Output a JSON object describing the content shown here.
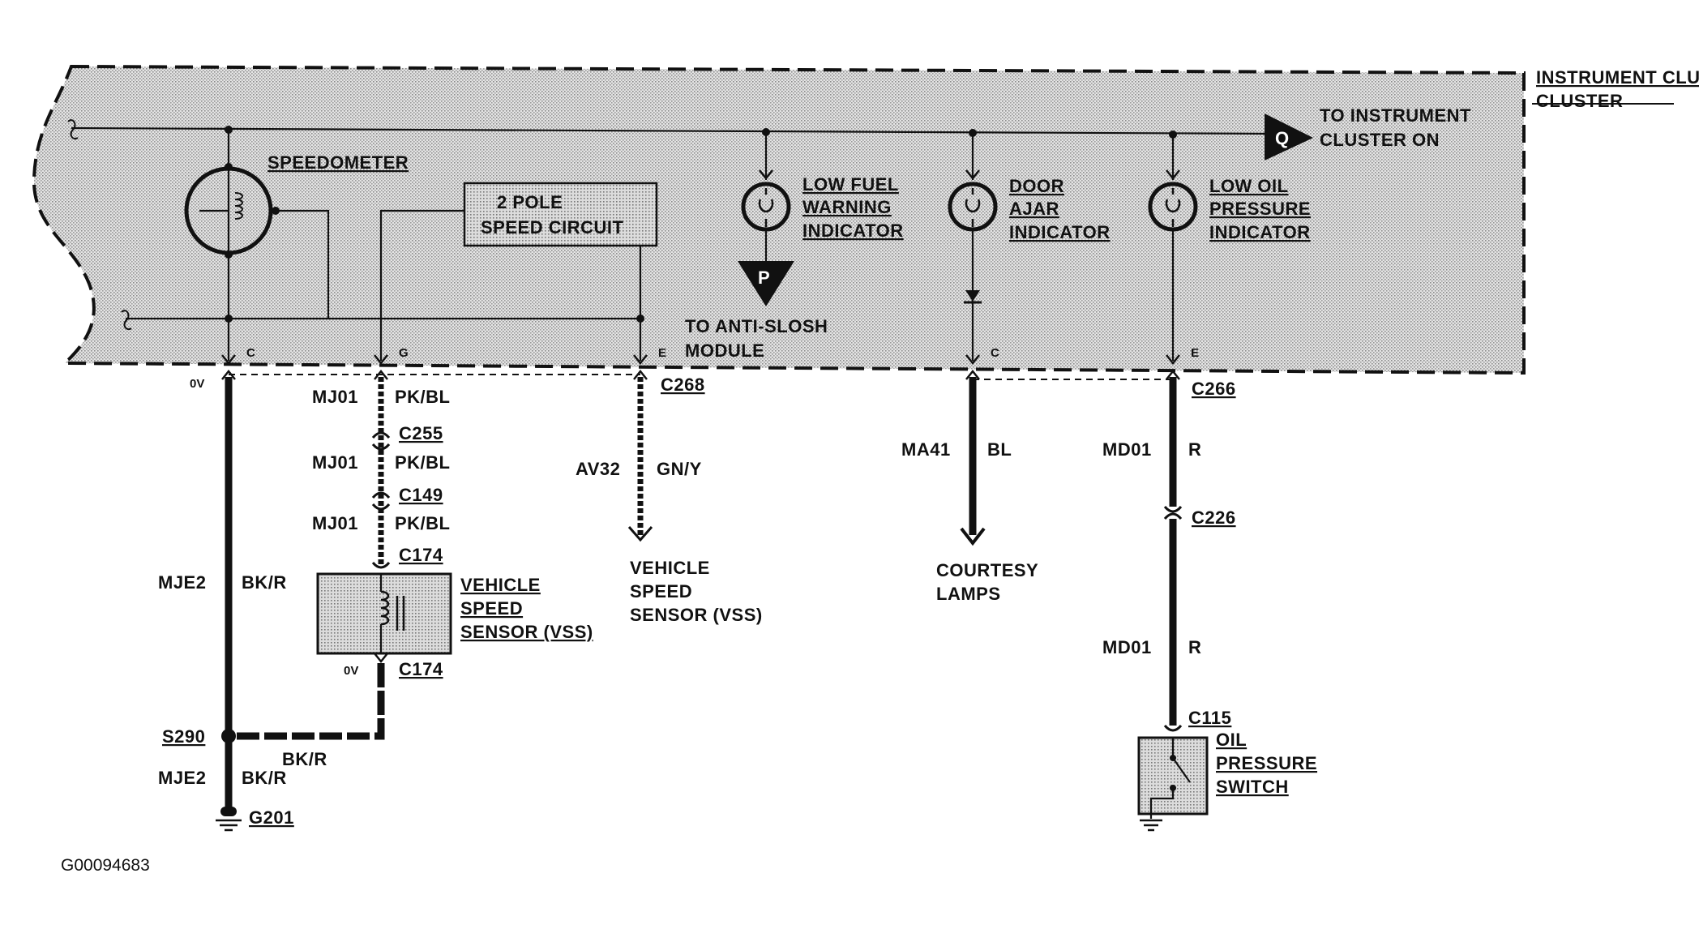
{
  "title": "INSTRUMENT CLUSTER",
  "components": {
    "speedometer": "SPEEDOMETER",
    "speed_circuit": [
      "2 POLE",
      "SPEED CIRCUIT"
    ],
    "low_fuel": [
      "LOW FUEL",
      "WARNING",
      "INDICATOR"
    ],
    "door_ajar": [
      "DOOR",
      "AJAR",
      "INDICATOR"
    ],
    "low_oil": [
      "LOW OIL",
      "PRESSURE",
      "INDICATOR"
    ],
    "to_cluster_on": [
      "TO INSTRUMENT",
      "CLUSTER ON"
    ],
    "anti_slosh": [
      "TO ANTI-SLOSH",
      "MODULE"
    ],
    "vss_local": [
      "VEHICLE",
      "SPEED",
      "SENSOR (VSS)"
    ],
    "vss_remote": [
      "VEHICLE",
      "SPEED",
      "SENSOR (VSS)"
    ],
    "courtesy_lamps": [
      "COURTESY",
      "LAMPS"
    ],
    "oil_switch": [
      "OIL",
      "PRESSURE",
      "SWITCH"
    ]
  },
  "flags": {
    "p": "P",
    "q": "Q"
  },
  "pins": {
    "c1": "C",
    "g": "G",
    "e1": "E",
    "c2": "C",
    "e2": "E"
  },
  "voltage": {
    "top": "0V",
    "vss": "0V"
  },
  "connectors": {
    "c268": "C268",
    "c255": "C255",
    "c149": "C149",
    "c174a": "C174",
    "c174b": "C174",
    "c266": "C266",
    "c226": "C226",
    "c115": "C115",
    "s290": "S290",
    "g201": "G201"
  },
  "circuits": {
    "mje2_a": {
      "code": "MJE2",
      "color": "BK/R"
    },
    "mje2_b": {
      "code": "MJE2",
      "color": "BK/R"
    },
    "splice_color": "BK/R",
    "mj01_a": {
      "code": "MJ01",
      "color": "PK/BL"
    },
    "mj01_b": {
      "code": "MJ01",
      "color": "PK/BL"
    },
    "mj01_c": {
      "code": "MJ01",
      "color": "PK/BL"
    },
    "av32": {
      "code": "AV32",
      "color": "GN/Y"
    },
    "ma41": {
      "code": "MA41",
      "color": "BL"
    },
    "md01_a": {
      "code": "MD01",
      "color": "R"
    },
    "md01_b": {
      "code": "MD01",
      "color": "R"
    }
  },
  "document_id": "G00094683"
}
